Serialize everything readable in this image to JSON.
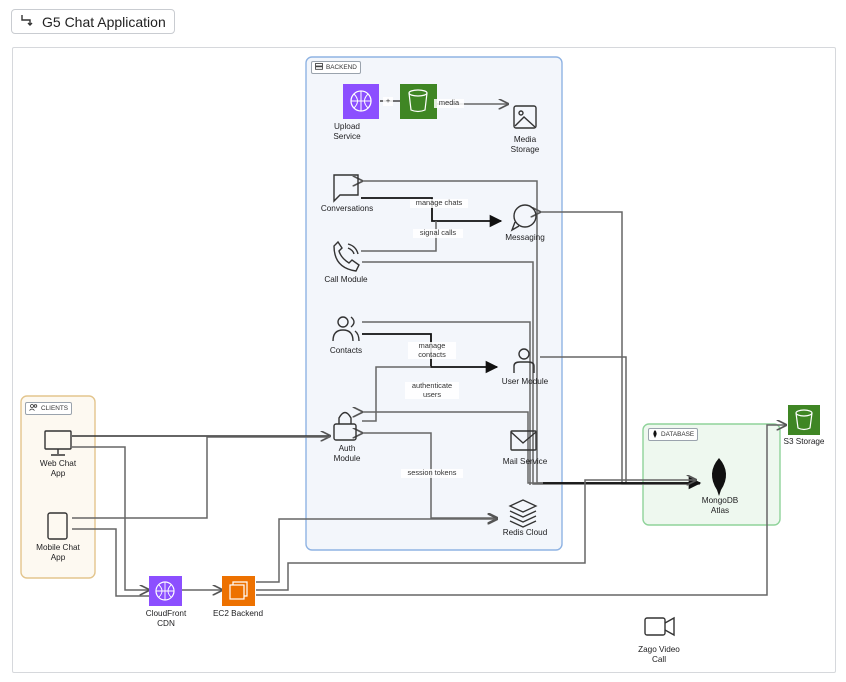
{
  "app": {
    "title": "G5 Chat Application"
  },
  "groups": {
    "backend": "BACKEND",
    "clients": "CLIENTS",
    "database": "DATABASE"
  },
  "nodes": {
    "upload_service": "Upload\nService",
    "media_storage": "Media\nStorage",
    "conversations": "Conversations",
    "messaging": "Messaging",
    "call_module": "Call Module",
    "contacts": "Contacts",
    "user_module": "User Module",
    "auth_module": "Auth\nModule",
    "mail_service": "Mail Service",
    "redis_cloud": "Redis Cloud",
    "web_chat_app": "Web Chat\nApp",
    "mobile_chat_app": "Mobile Chat\nApp",
    "cloudfront_cdn": "CloudFront\nCDN",
    "ec2_backend": "EC2 Backend",
    "mongodb_atlas": "MongoDB\nAtlas",
    "s3_storage": "S3 Storage",
    "zago_video_call": "Zago Video\nCall"
  },
  "edge_labels": {
    "plus": "+",
    "media": "media",
    "manage_chats": "manage chats",
    "signal_calls": "signal calls",
    "manage_contacts": "manage\ncontacts",
    "authenticate_users": "authenticate\nusers",
    "session_tokens": "session tokens"
  },
  "colors": {
    "aws_purple": "#8c4fff",
    "aws_green": "#3f8624",
    "aws_orange": "#ed7100",
    "backend_fill": "#f3f6fb",
    "backend_border": "#8fb3e3",
    "clients_fill": "#fdf9f1",
    "clients_border": "#e3c58d",
    "database_fill": "#eef8ef",
    "database_border": "#8fd39a"
  }
}
